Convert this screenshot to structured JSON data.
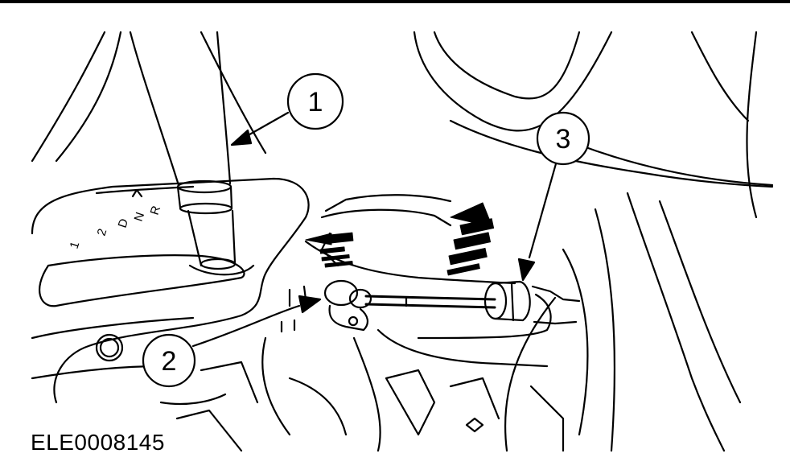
{
  "figure": {
    "id": "ELE0008145",
    "line_color": "#000000",
    "background": "#ffffff"
  },
  "gate_markings": [
    "R",
    "N",
    "D",
    "2",
    "1"
  ],
  "callouts": [
    {
      "number": "1",
      "refers_to": "gear-selector-lever"
    },
    {
      "number": "2",
      "refers_to": "cable-end-on-lever"
    },
    {
      "number": "3",
      "refers_to": "cable-abutment-bracket"
    }
  ],
  "arrows": [
    {
      "name": "arrow-to-lever",
      "type": "pointer"
    },
    {
      "name": "arrow-to-cable-end",
      "type": "pointer"
    },
    {
      "name": "arrow-to-bracket",
      "type": "pointer"
    },
    {
      "name": "release-motion-arrow",
      "type": "dashed-motion"
    },
    {
      "name": "cable-lift-arrow",
      "type": "dashed-motion"
    }
  ]
}
